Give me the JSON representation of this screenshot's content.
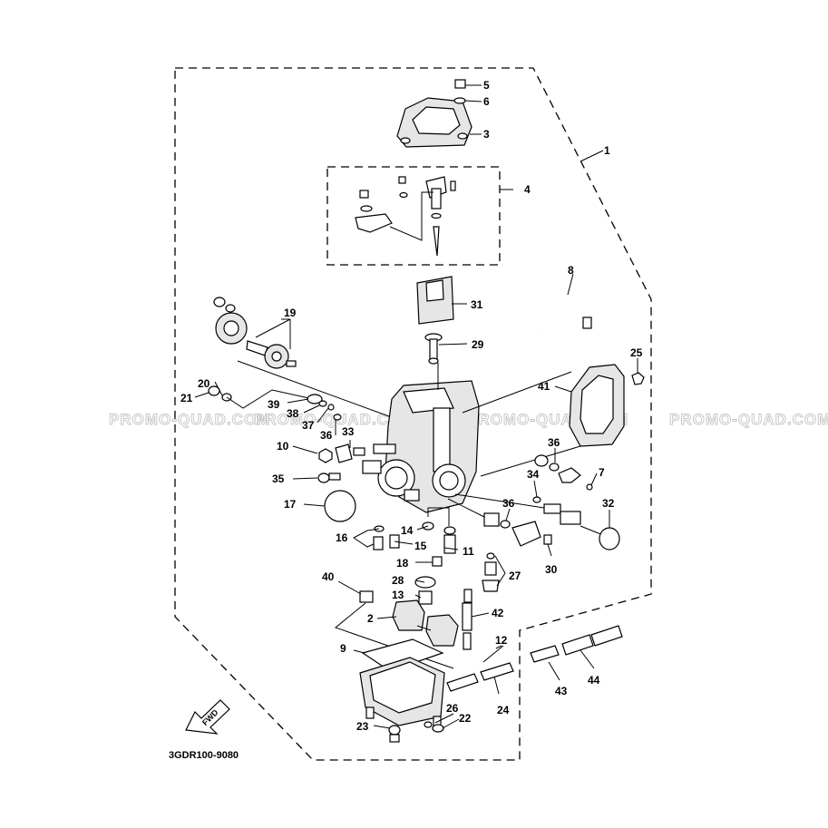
{
  "diagram_code": "3GDR100-9080",
  "watermark": "PROMO-QUAD.COM",
  "fwd_label": "FWD",
  "callouts": [
    "1",
    "2",
    "3",
    "4",
    "5",
    "6",
    "7",
    "8",
    "9",
    "10",
    "11",
    "12",
    "13",
    "14",
    "15",
    "16",
    "17",
    "18",
    "19",
    "20",
    "21",
    "22",
    "23",
    "24",
    "25",
    "26",
    "27",
    "28",
    "29",
    "30",
    "31",
    "32",
    "33",
    "34",
    "35",
    "36",
    "37",
    "38",
    "39",
    "40",
    "41",
    "42",
    "43",
    "44"
  ]
}
